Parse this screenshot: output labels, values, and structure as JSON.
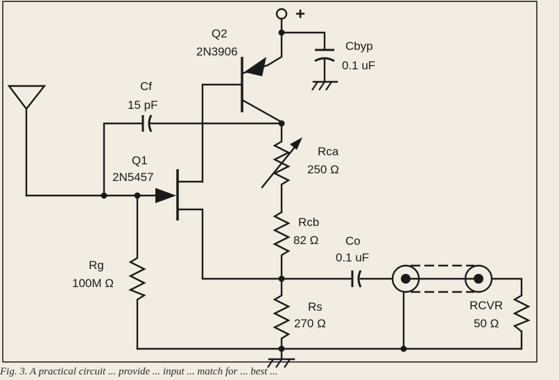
{
  "supply": {
    "label": "+"
  },
  "components": {
    "q2": {
      "ref": "Q2",
      "part": "2N3906"
    },
    "cbyp": {
      "ref": "Cbyp",
      "value": "0.1 uF"
    },
    "cf": {
      "ref": "Cf",
      "value": "15 pF"
    },
    "q1": {
      "ref": "Q1",
      "part": "2N5457"
    },
    "rca": {
      "ref": "Rca",
      "value": "250 Ω"
    },
    "rcb": {
      "ref": "Rcb",
      "value": "82 Ω"
    },
    "co": {
      "ref": "Co",
      "value": "0.1 uF"
    },
    "rg": {
      "ref": "Rg",
      "value": "100M Ω"
    },
    "rs": {
      "ref": "Rs",
      "value": "270 Ω"
    },
    "rcvr": {
      "ref": "RCVR",
      "value": "50 Ω"
    }
  },
  "caption": "Fig. 3. A practical circuit ... provide ... input ... match for ... best ..."
}
